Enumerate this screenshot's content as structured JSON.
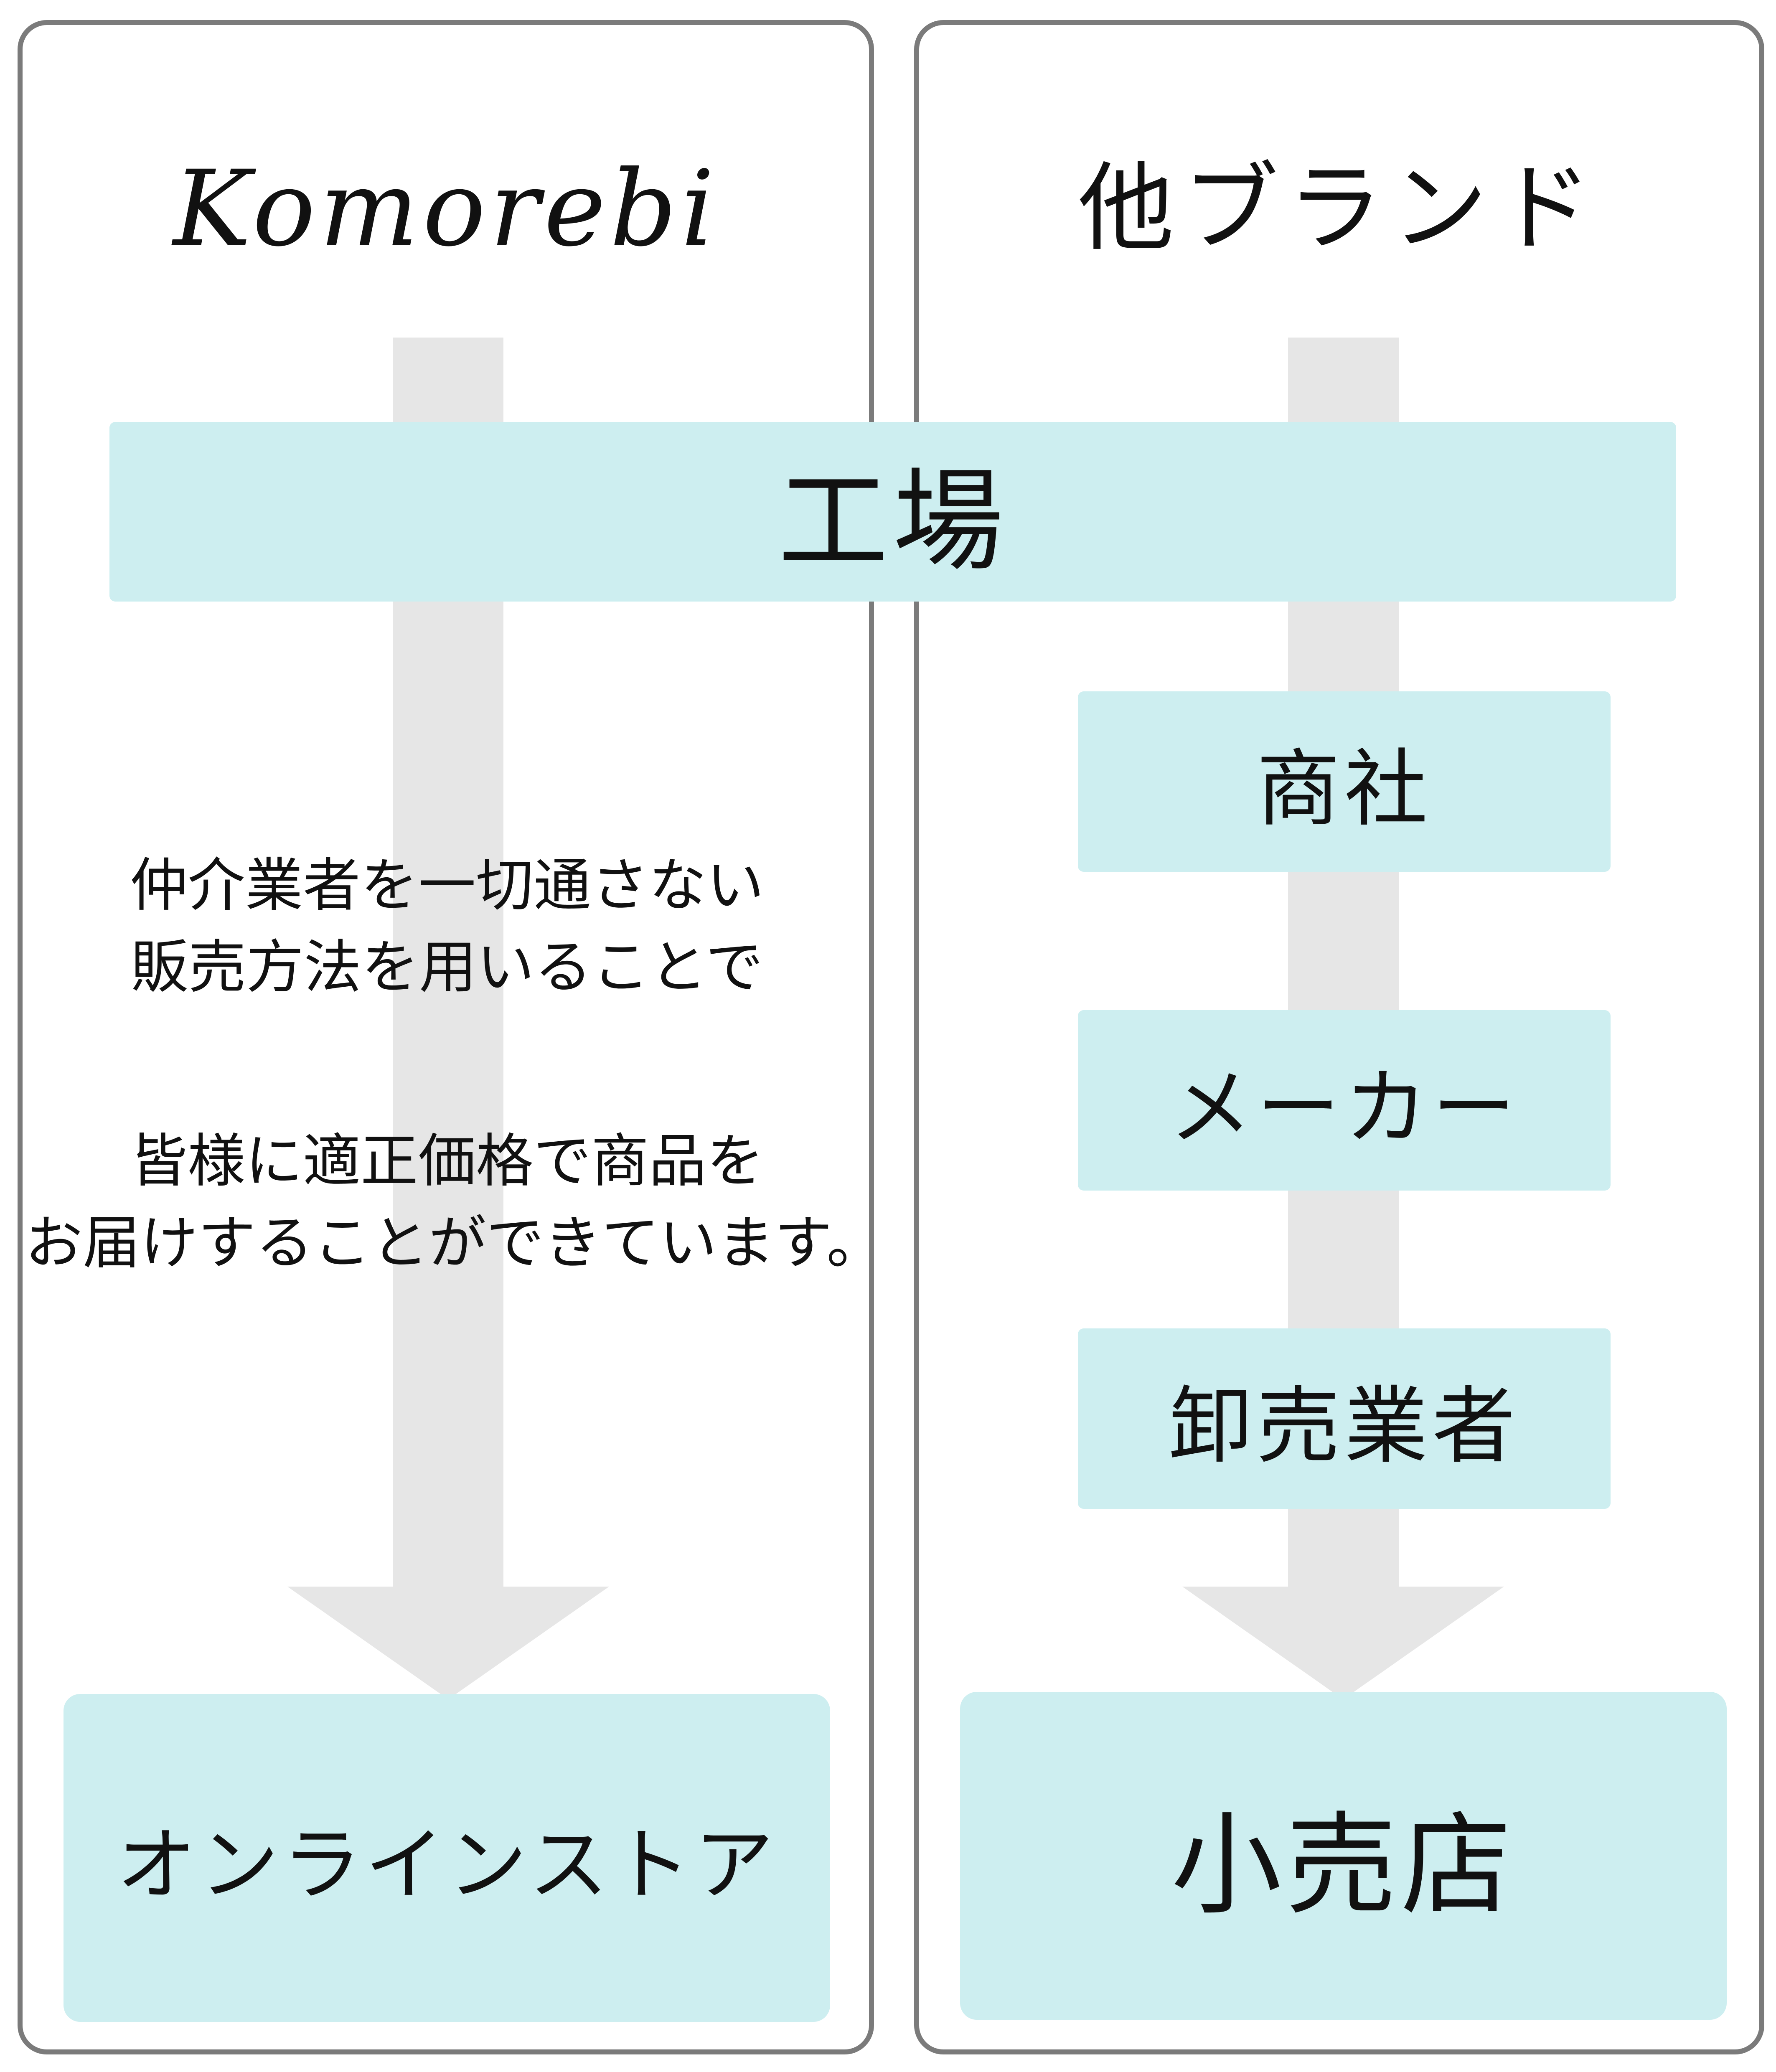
{
  "left_panel": {
    "title": "Komorebi",
    "description_1": [
      "仲介業者を一切通さない",
      "販売方法を用いることで"
    ],
    "description_2": [
      "皆様に適正価格で商品を",
      "お届けすることができています。"
    ],
    "bottom_box": "オンラインストア"
  },
  "right_panel": {
    "title": "他ブランド",
    "steps": [
      "商社",
      "メーカー",
      "卸売業者"
    ],
    "bottom_box": "小売店"
  },
  "shared_box": "工場",
  "colors": {
    "box_fill": "#cdeef0",
    "arrow": "#e6e6e6",
    "panel_border": "#7b7b7b",
    "text": "#111111"
  }
}
